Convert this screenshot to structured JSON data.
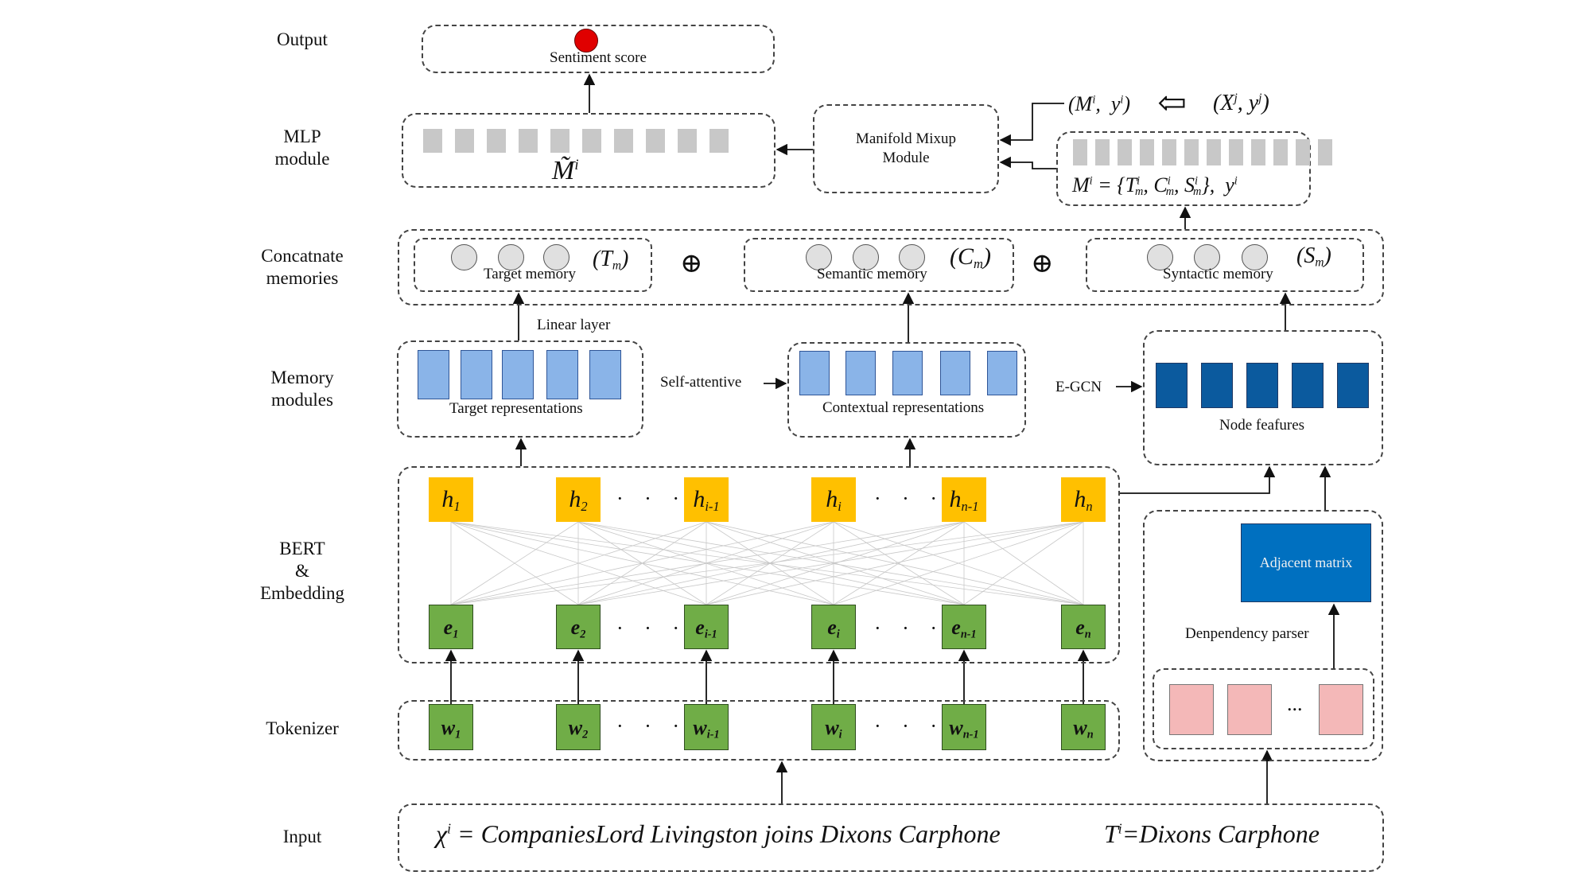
{
  "row_labels": {
    "output": "Output",
    "mlp": "MLP\nmodule",
    "concat": "Concatnate\nmemories",
    "memory": "Memory\nmodules",
    "bert": "BERT\n&\nEmbedding",
    "tokenizer": "Tokenizer",
    "input": "Input"
  },
  "output": {
    "label": "Sentiment score"
  },
  "mlp": {
    "matrix_label": "M̃",
    "matrix_sup": "i",
    "mixup_label": "Manifold Mixup\nModule",
    "memory_label": "M",
    "memory_sup": "i",
    "memory_eq": " = {T",
    "memory_rest": "}, y",
    "pair_left": "(M",
    "pair_right": "(X",
    "pair_y": "y",
    "pair_sup_i": "i",
    "pair_sup_j": "j",
    "double_arrow": "⇦"
  },
  "concat": {
    "target_memory": "Target memory",
    "semantic_memory": "Semantic memory",
    "syntactic_memory": "Syntactic memory",
    "target_symbol": "T",
    "semantic_symbol": "C",
    "syntactic_symbol": "S",
    "symbol_sub": "m",
    "oplus": "⊕"
  },
  "memory": {
    "linear_layer": "Linear layer",
    "target_representations": "Target representations",
    "self_attentive": "Self-attentive",
    "contextual_representations": "Contextual representations",
    "egcn": "E-GCN",
    "node_features": "Node feafures"
  },
  "bert": {
    "h_tokens": [
      {
        "base": "h",
        "sub": "1"
      },
      {
        "base": "h",
        "sub": "2"
      },
      {
        "base": "h",
        "sub": "i-1"
      },
      {
        "base": "h",
        "sub": "i"
      },
      {
        "base": "h",
        "sub": "n-1"
      },
      {
        "base": "h",
        "sub": "n"
      }
    ],
    "e_tokens": [
      {
        "base": "e",
        "sub": "1"
      },
      {
        "base": "e",
        "sub": "2"
      },
      {
        "base": "e",
        "sub": "i-1"
      },
      {
        "base": "e",
        "sub": "i"
      },
      {
        "base": "e",
        "sub": "n-1"
      },
      {
        "base": "e",
        "sub": "n"
      }
    ],
    "ellipsis": "· · ·"
  },
  "tokenizer": {
    "w_tokens": [
      {
        "base": "w",
        "sub": "1"
      },
      {
        "base": "w",
        "sub": "2"
      },
      {
        "base": "w",
        "sub": "i-1"
      },
      {
        "base": "w",
        "sub": "i"
      },
      {
        "base": "w",
        "sub": "n-1"
      },
      {
        "base": "w",
        "sub": "n"
      }
    ]
  },
  "syntax": {
    "adjacent_matrix": "Adjacent matrix",
    "dependency_parser": "Denpendency parser",
    "ellipsis": "..."
  },
  "input": {
    "sentence_symbol": "χ",
    "sentence_sup": "i",
    "sentence_text": " = CompaniesLord Livingston joins Dixons Carphone",
    "target_symbol": "T",
    "target_sup": "i",
    "target_text": "=Dixons Carphone"
  },
  "colors": {
    "token_green": "#70ad47",
    "hidden_yellow": "#ffc000",
    "light_blue": "#8ab4e8",
    "dark_blue": "#0b5a9e",
    "adjacent_blue": "#0070c0",
    "pink": "#f4b8b8",
    "grey": "#c8c8c8",
    "output_red": "#e00000"
  }
}
